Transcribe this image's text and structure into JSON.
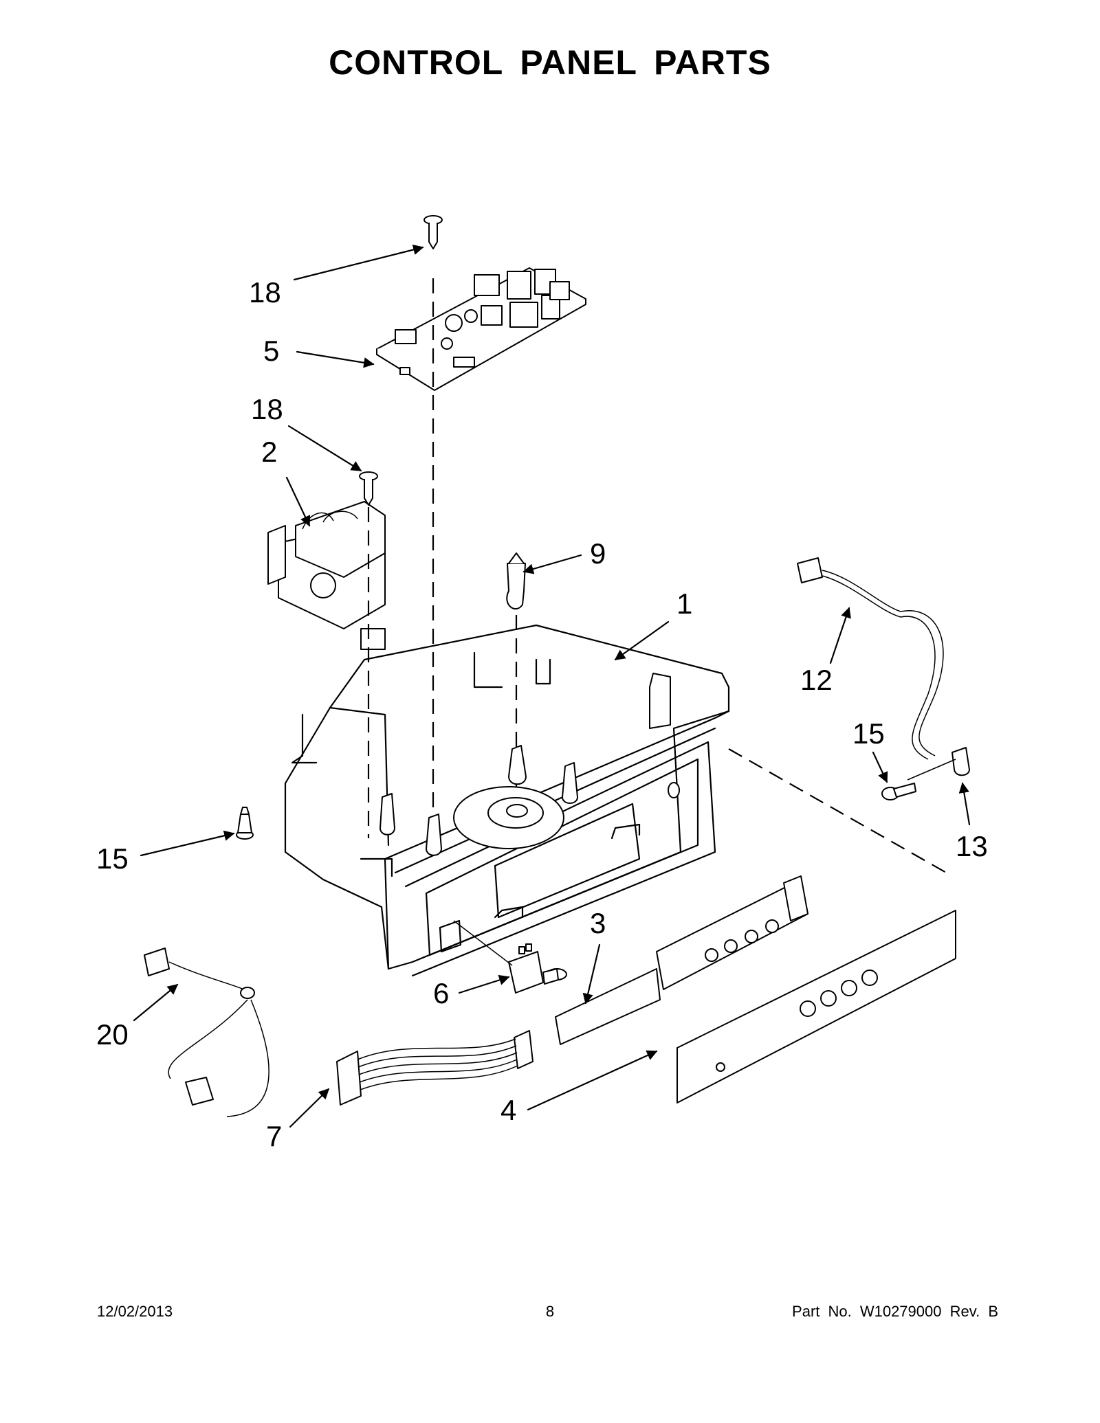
{
  "page": {
    "title": "CONTROL PANEL PARTS",
    "footer": {
      "date": "12/02/2013",
      "page_number": "8",
      "part_number": "Part No.  W10279000  Rev.  B"
    }
  },
  "callouts": {
    "c18_top": "18",
    "c5": "5",
    "c18_mid": "18",
    "c2": "2",
    "c9": "9",
    "c1": "1",
    "c12": "12",
    "c15_right": "15",
    "c13": "13",
    "c15_left": "15",
    "c3": "3",
    "c6": "6",
    "c20": "20",
    "c7": "7",
    "c4": "4"
  }
}
